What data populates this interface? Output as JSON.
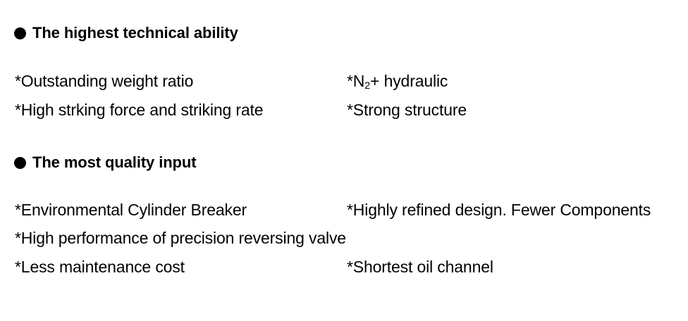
{
  "theme": {
    "background_color": "#ffffff",
    "text_color": "#000000",
    "bullet_color": "#000000"
  },
  "sections": [
    {
      "bullet_icon": "filled-circle-bullet",
      "heading": "The highest technical ability",
      "rows": [
        {
          "left": "*Outstanding weight ratio",
          "right_prefix": "*N",
          "right_subscript": "2",
          "right_suffix": "+ hydraulic"
        },
        {
          "left": "*High strking force and striking rate",
          "right": "*Strong structure"
        }
      ]
    },
    {
      "bullet_icon": "filled-circle-bullet",
      "heading": "The most quality input",
      "rows": [
        {
          "left": "*Environmental Cylinder Breaker",
          "right": "*Highly refined design. Fewer Components"
        },
        {
          "left": "*High performance of precision reversing valve",
          "right": ""
        },
        {
          "left": "*Less maintenance cost",
          "right": "*Shortest oil channel"
        }
      ]
    }
  ]
}
